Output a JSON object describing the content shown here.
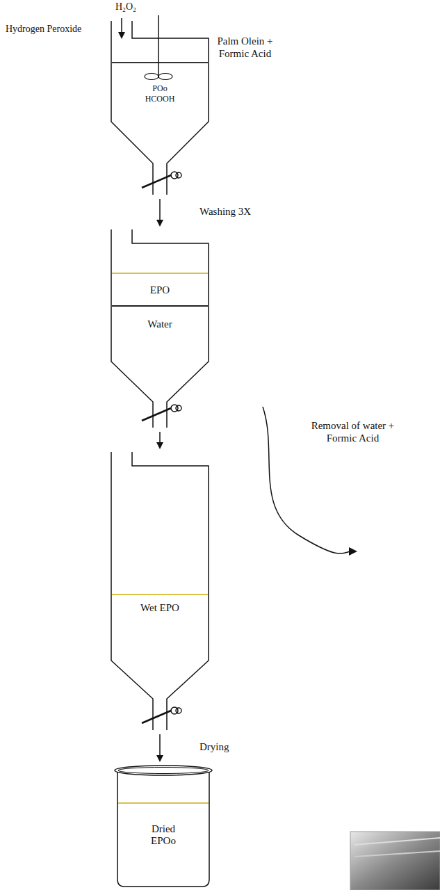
{
  "diagram": {
    "nodes": [
      {
        "text": [
          "POo",
          "HCOOH"
        ]
      },
      {
        "text": [
          "EPO",
          "Water"
        ]
      },
      {
        "text": [
          "Wet EPO"
        ]
      },
      {
        "text": [
          "Dried EPOo"
        ]
      }
    ],
    "edges": [
      {
        "from": 0,
        "to": 1,
        "arrow": "to",
        "label": "Washing 3X"
      },
      {
        "from": 1,
        "to": 2,
        "arrow": "to"
      },
      {
        "from": 2,
        "to": 3,
        "arrow": "to",
        "label": "Drying"
      }
    ],
    "labels": [
      "H₂O₂",
      "Hydrogen Peroxide",
      "Palm Olein + Formic Acid",
      "Removal of water + Formic Acid"
    ]
  }
}
